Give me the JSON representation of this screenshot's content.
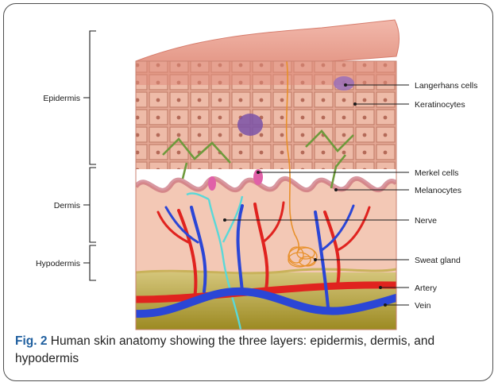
{
  "layers": {
    "epidermis": "Epidermis",
    "dermis": "Dermis",
    "hypodermis": "Hypodermis"
  },
  "labels": {
    "langerhans": "Langerhans cells",
    "keratinocytes": "Keratinocytes",
    "merkel": "Merkel cells",
    "melanocytes": "Melanocytes",
    "nerve": "Nerve",
    "sweat_gland": "Sweat gland",
    "artery": "Artery",
    "vein": "Vein"
  },
  "caption": {
    "label": "Fig. 2",
    "text": "Human skin anatomy showing the three layers: epidermis, dermis, and hypodermis"
  },
  "colors": {
    "caption_label": "#1f5f9f",
    "epidermis": "#e2a694",
    "dermis": "#f3c8b5",
    "hypodermis": "#b8a440",
    "artery": "#e0231f",
    "vein": "#2b46d6",
    "nerve": "#5ad8d8",
    "sweat_gland": "#e8902a"
  }
}
